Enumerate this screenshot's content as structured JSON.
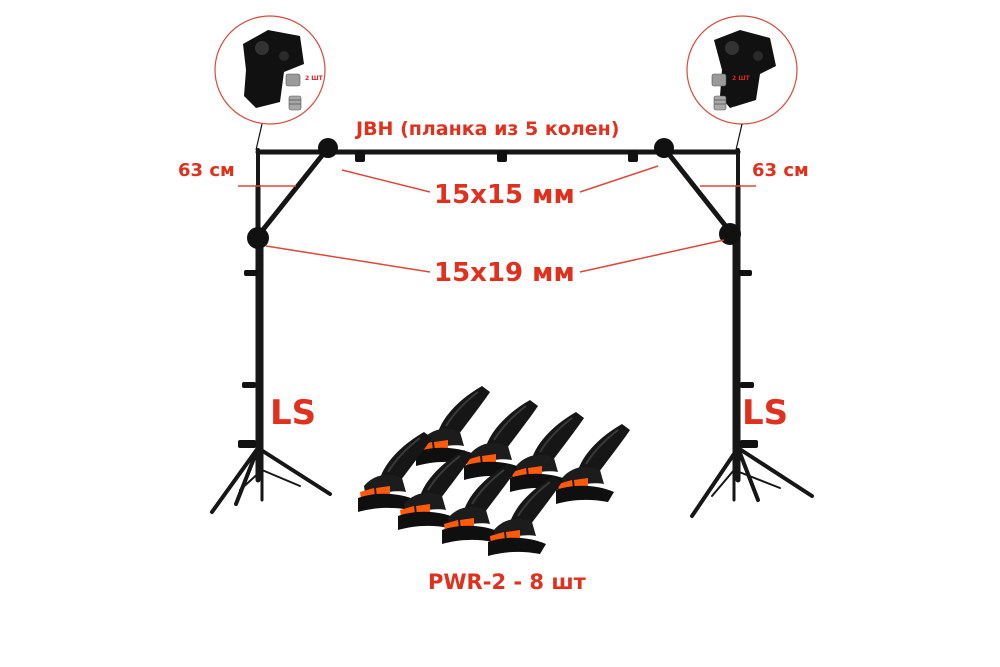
{
  "labels": {
    "crossbar": "JBH (планка из 5 колен)",
    "size_top": "15x15 мм",
    "size_bottom": "15x19 мм",
    "left_length": "63 см",
    "right_length": "63 см",
    "left_stand": "LS",
    "right_stand": "LS",
    "clamps": "PWR-2 - 8 шт",
    "inset_qty_left": "2 ШТ",
    "inset_qty_right": "2 ШТ"
  },
  "colors": {
    "accent": "#e0301e",
    "frame": "#161616",
    "clamp_tip": "#ff5a0a"
  },
  "icons": [
    "t-connector-icon",
    "adapter-screw-icon",
    "spring-clamp-icon",
    "tripod-stand-icon"
  ]
}
